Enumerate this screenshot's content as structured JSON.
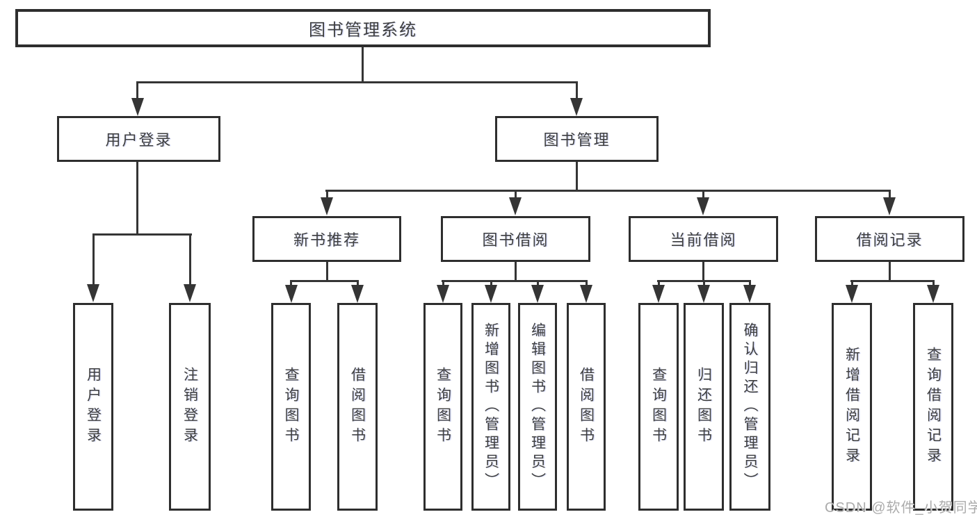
{
  "diagram": {
    "title": "图书管理系统",
    "watermark": "CSDN @软件_小贺同学",
    "colors": {
      "background": "#ffffff",
      "box_border": "#2e2e2e",
      "connector_line": "#353535",
      "text": "#3f3f3f",
      "watermark_text": "#ababab"
    }
  },
  "nodes": {
    "root": {
      "label": "图书管理系统"
    },
    "user_login": {
      "label": "用户登录"
    },
    "book_mgmt": {
      "label": "图书管理"
    },
    "new_books": {
      "label": "新书推荐"
    },
    "book_borrow": {
      "label": "图书借阅"
    },
    "current_borrow": {
      "label": "当前借阅"
    },
    "borrow_records": {
      "label": "借阅记录"
    },
    "leaf_user_login": {
      "label": "用户登录"
    },
    "leaf_logout": {
      "label": "注销登录"
    },
    "leaf_nb_query": {
      "label": "查询图书"
    },
    "leaf_nb_borrow": {
      "label": "借阅图书"
    },
    "leaf_bb_query": {
      "label": "查询图书"
    },
    "leaf_bb_add": {
      "label": "新增图书（管理员）"
    },
    "leaf_bb_edit": {
      "label": "编辑图书（管理员）"
    },
    "leaf_bb_borrow": {
      "label": "借阅图书"
    },
    "leaf_cb_query": {
      "label": "查询图书"
    },
    "leaf_cb_return": {
      "label": "归还图书"
    },
    "leaf_cb_confirm": {
      "label": "确认归还（管理员）"
    },
    "leaf_br_add": {
      "label": "新增借阅记录"
    },
    "leaf_br_query": {
      "label": "查询借阅记录"
    }
  },
  "edges": [
    [
      "root",
      "user_login"
    ],
    [
      "root",
      "book_mgmt"
    ],
    [
      "user_login",
      "leaf_user_login"
    ],
    [
      "user_login",
      "leaf_logout"
    ],
    [
      "book_mgmt",
      "new_books"
    ],
    [
      "book_mgmt",
      "book_borrow"
    ],
    [
      "book_mgmt",
      "current_borrow"
    ],
    [
      "book_mgmt",
      "borrow_records"
    ],
    [
      "new_books",
      "leaf_nb_query"
    ],
    [
      "new_books",
      "leaf_nb_borrow"
    ],
    [
      "book_borrow",
      "leaf_bb_query"
    ],
    [
      "book_borrow",
      "leaf_bb_add"
    ],
    [
      "book_borrow",
      "leaf_bb_edit"
    ],
    [
      "book_borrow",
      "leaf_bb_borrow"
    ],
    [
      "current_borrow",
      "leaf_cb_query"
    ],
    [
      "current_borrow",
      "leaf_cb_return"
    ],
    [
      "current_borrow",
      "leaf_cb_confirm"
    ],
    [
      "borrow_records",
      "leaf_br_add"
    ],
    [
      "borrow_records",
      "leaf_br_query"
    ]
  ]
}
